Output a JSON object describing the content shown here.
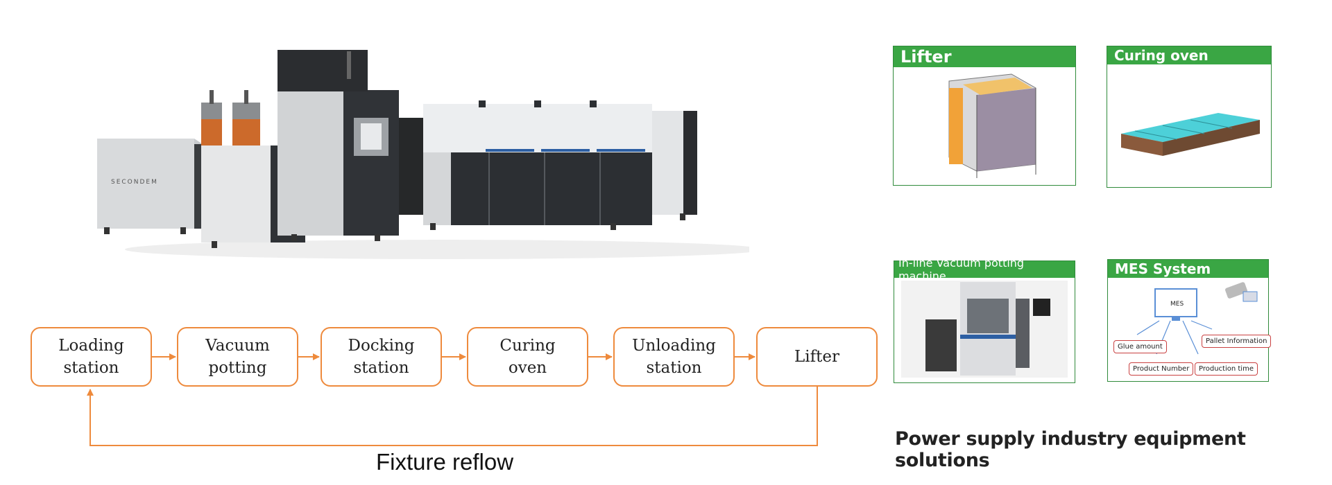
{
  "flow": {
    "steps": [
      "Loading\nstation",
      "Vacuum\npotting",
      "Docking\nstation",
      "Curing\noven",
      "Unloading\nstation",
      "Lifter"
    ],
    "return_label": "Fixture reflow",
    "color": "#ee8a3c"
  },
  "panels": {
    "lifter": {
      "title": "Lifter"
    },
    "curing": {
      "title": "Curing oven"
    },
    "vacuum": {
      "title": "In-line Vacuum  potting machine"
    },
    "mes": {
      "title": "MES System",
      "center": "MES",
      "tags": [
        "Glue amount",
        "Pallet Information",
        "Product Number",
        "Production time"
      ]
    },
    "accent": "#3aa644"
  },
  "machine": {
    "brand": "SECONDEM"
  },
  "tagline": "Power supply industry equipment solutions"
}
